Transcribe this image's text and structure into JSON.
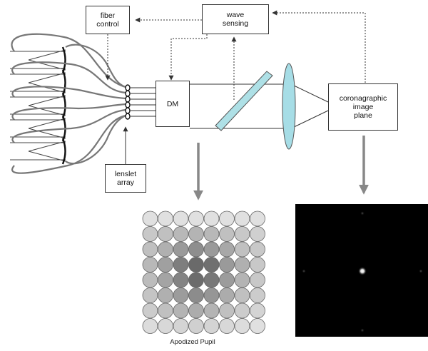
{
  "boxes": {
    "fiber_control": {
      "line1": "fiber",
      "line2": "control"
    },
    "wave_sensing": {
      "line1": "wave",
      "line2": "sensing"
    },
    "dm": {
      "label": "DM"
    },
    "coronagraph": {
      "line1": "coronagraphic",
      "line2": "image",
      "line3": "plane"
    },
    "lenslet": {
      "line1": "lenslet",
      "line2": "array"
    }
  },
  "pupil": {
    "caption": "Apodized Pupil",
    "rows": 8,
    "cols": 8,
    "shades": [
      [
        "#e0e0e0",
        "#e0e0e0",
        "#e0e0e0",
        "#e0e0e0",
        "#e0e0e0",
        "#e0e0e0",
        "#e0e0e0",
        "#e0e0e0"
      ],
      [
        "#c8c8c8",
        "#c0c0c0",
        "#b8b8b8",
        "#b4b4b4",
        "#b8b8b8",
        "#c0c0c0",
        "#c8c8c8",
        "#d0d0d0"
      ],
      [
        "#c0c0c0",
        "#b0b0b0",
        "#9a9a9a",
        "#8e8e8e",
        "#9a9a9a",
        "#a8a8a8",
        "#c0c0c0",
        "#c8c8c8"
      ],
      [
        "#b8b8b8",
        "#a0a0a0",
        "#7e7e7e",
        "#6a6a6a",
        "#707070",
        "#9a9a9a",
        "#b0b0b0",
        "#c8c8c8"
      ],
      [
        "#bcbcbc",
        "#a4a4a4",
        "#848484",
        "#6c6c6c",
        "#787878",
        "#9c9c9c",
        "#b4b4b4",
        "#c8c8c8"
      ],
      [
        "#c4c4c4",
        "#b0b0b0",
        "#9c9c9c",
        "#8c8c8c",
        "#969696",
        "#acacac",
        "#c0c0c0",
        "#cccccc"
      ],
      [
        "#cccccc",
        "#c0c0c0",
        "#b4b4b4",
        "#acacac",
        "#b4b4b4",
        "#c0c0c0",
        "#cccccc",
        "#d4d4d4"
      ],
      [
        "#dcdcdc",
        "#d8d8d8",
        "#d4d4d4",
        "#d0d0d0",
        "#d4d4d4",
        "#d8d8d8",
        "#dcdcdc",
        "#e0e0e0"
      ]
    ]
  },
  "colors": {
    "line": "#555555",
    "fiber": "#777777",
    "arrow": "#888888",
    "beamsplitter": "#aee0e6",
    "lens": "#a6dde6",
    "psf_bg": "#000000"
  }
}
